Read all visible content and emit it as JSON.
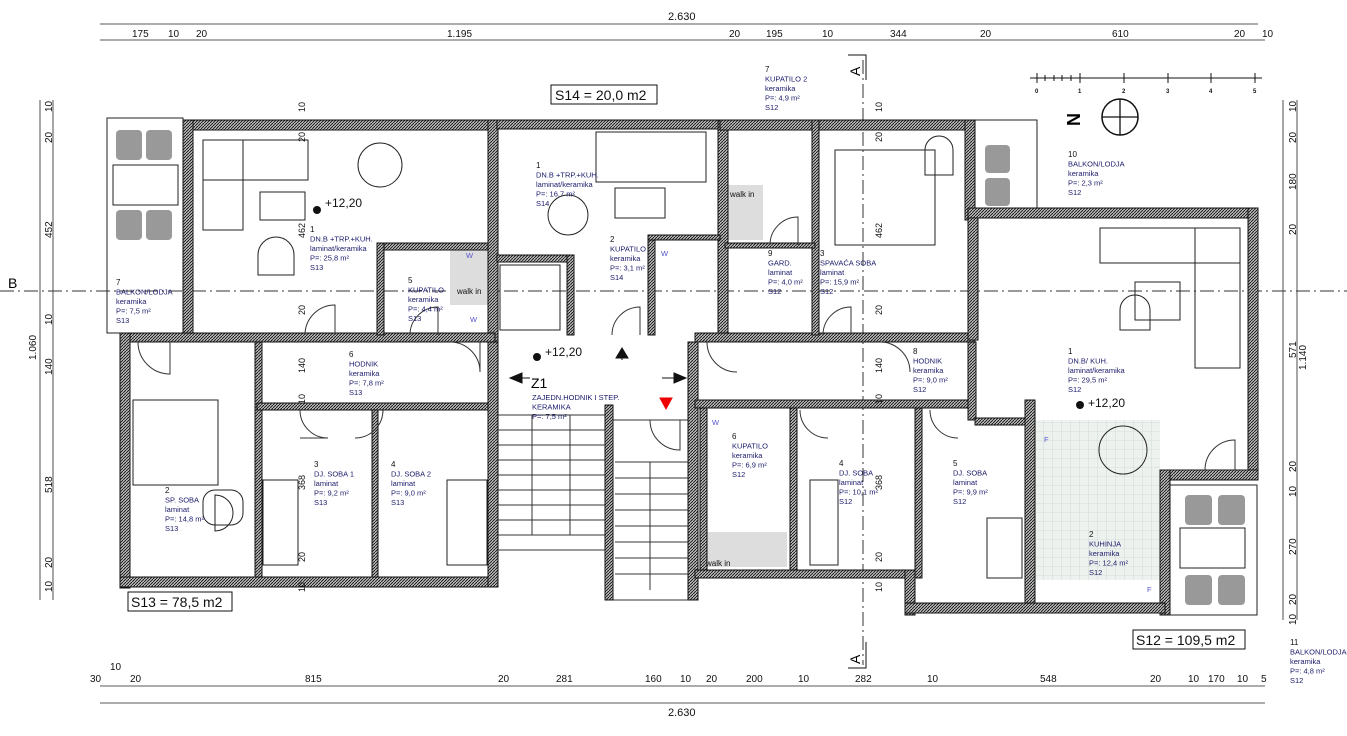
{
  "plan": {
    "totals": {
      "top": "2.630",
      "bottom": "2.630",
      "left": "1.060",
      "right": "1.140"
    },
    "top_dims": [
      "175",
      "10",
      "20",
      "1.195",
      "20",
      "195",
      "10",
      "344",
      "20",
      "610",
      "20",
      "10"
    ],
    "bottom_dims": [
      "30",
      "10",
      "20",
      "815",
      "20",
      "281",
      "160",
      "10",
      "20",
      "200",
      "10",
      "282",
      "10",
      "548",
      "20",
      "10",
      "170",
      "10",
      "5"
    ],
    "left_dims": [
      "10",
      "20",
      "452",
      "10",
      "140",
      "518",
      "20",
      "10"
    ],
    "inner_left_dims": [
      "10",
      "20",
      "462",
      "20",
      "140",
      "10",
      "368",
      "20",
      "10"
    ],
    "inner_right_dims": [
      "10",
      "20",
      "462",
      "20",
      "140",
      "10",
      "368",
      "20",
      "10"
    ],
    "right_dims": [
      "10",
      "20",
      "180",
      "20",
      "571",
      "20",
      "10",
      "270",
      "20",
      "10"
    ],
    "unit_areas": {
      "s14": "S14 = 20,0 m2",
      "s13": "S13 = 78,5 m2",
      "s12": "S12 = 109,5 m2"
    },
    "elevations": [
      "+12,20",
      "+12,20",
      "+12,20"
    ],
    "walk_in": [
      "walk in",
      "walk in",
      "walk in"
    ],
    "section_a": "A",
    "section_b": "B",
    "north": "N",
    "scale_labels": [
      "0",
      "1",
      "2",
      "3",
      "4",
      "5"
    ],
    "stair_label": "Z1",
    "fixture_labels": {
      "w": "W",
      "f": "F"
    },
    "rooms": [
      {
        "lines": [
          "1",
          "DN.B +TRP.+KUH.",
          "laminat/keramika",
          "P=: 25,8 m²",
          "S13"
        ]
      },
      {
        "lines": [
          "7",
          "BALKON/LODJA",
          "keramika",
          "P=: 7,5 m²",
          "S13"
        ]
      },
      {
        "lines": [
          "5",
          "KUPATILO",
          "keramika",
          "P=: 4,4 m²",
          "S13"
        ]
      },
      {
        "lines": [
          "6",
          "HODNIK",
          "keramika",
          "P=: 7,8 m²",
          "S13"
        ]
      },
      {
        "lines": [
          "2",
          "SP. SOBA",
          "laminat",
          "P=: 14,8 m²",
          "S13"
        ]
      },
      {
        "lines": [
          "3",
          "DJ. SOBA 1",
          "laminat",
          "P=: 9,2 m²",
          "S13"
        ]
      },
      {
        "lines": [
          "4",
          "DJ. SOBA 2",
          "laminat",
          "P=: 9,0 m²",
          "S13"
        ]
      },
      {
        "lines": [
          "1",
          "DN.B +TRP.+KUH.",
          "laminat/keramika",
          "P=: 16,7 m²",
          "S14"
        ]
      },
      {
        "lines": [
          "2",
          "KUPATILO",
          "keramika",
          "P=: 3,1 m²",
          "S14"
        ]
      },
      {
        "lines": [
          "ZAJEDN.HODNIK I STEP.",
          "KERAMIKA",
          "P=: 7,5 m²"
        ]
      },
      {
        "lines": [
          "7",
          "KUPATILO 2",
          "keramika",
          "P=: 4,9 m²",
          "S12"
        ]
      },
      {
        "lines": [
          "9",
          "GARD.",
          "laminat",
          "P=: 4,0 m²",
          "S12"
        ]
      },
      {
        "lines": [
          "3",
          "SPAVAĆA SOBA",
          "laminat",
          "P=: 15,9 m²",
          "S12"
        ]
      },
      {
        "lines": [
          "8",
          "HODNIK",
          "keramika",
          "P=: 9,0 m²",
          "S12"
        ]
      },
      {
        "lines": [
          "1",
          "DN.B/ KUH.",
          "laminat/keramika",
          "P=: 29,5 m²",
          "S12"
        ]
      },
      {
        "lines": [
          "10",
          "BALKON/LODJA",
          "keramika",
          "P=: 2,3 m²",
          "S12"
        ]
      },
      {
        "lines": [
          "6",
          "KUPATILO",
          "keramika",
          "P=: 6,9 m²",
          "S12"
        ]
      },
      {
        "lines": [
          "4",
          "DJ. SOBA",
          "laminat",
          "P=: 10,1 m²",
          "S12"
        ]
      },
      {
        "lines": [
          "5",
          "DJ. SOBA",
          "laminat",
          "P=: 9,9 m²",
          "S12"
        ]
      },
      {
        "lines": [
          "2",
          "KUHINJA",
          "keramika",
          "P=: 12,4 m²",
          "S12"
        ]
      },
      {
        "lines": [
          "11",
          "BALKON/LODJA",
          "keramika",
          "P=: 4,8 m²",
          "S12"
        ]
      }
    ]
  }
}
